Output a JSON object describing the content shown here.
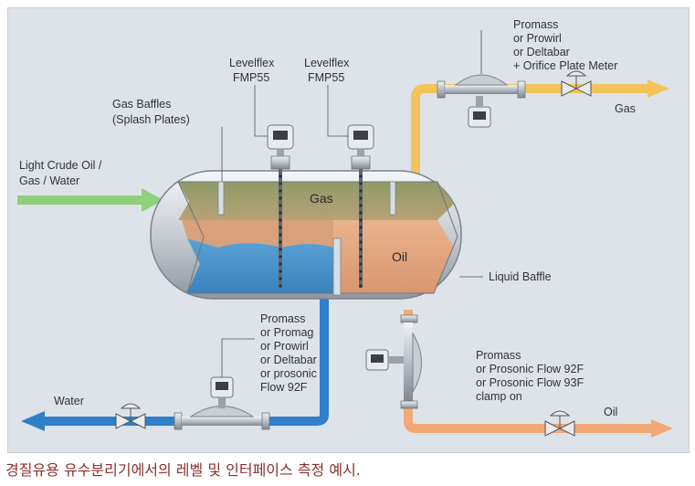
{
  "labels": {
    "inlet": [
      "Light Crude Oil /",
      "Gas / Water"
    ],
    "gas_baffles": [
      "Gas Baffles",
      "(Splash Plates)"
    ],
    "levelflex_1": [
      "Levelflex",
      "FMP55"
    ],
    "levelflex_2": [
      "Levelflex",
      "FMP55"
    ],
    "gas_meter": [
      "Promass",
      "or Prowirl",
      "or Deltabar",
      "+ Orifice Plate Meter"
    ],
    "gas_outlet": "Gas",
    "vessel_gas": "Gas",
    "vessel_oil": "Oil",
    "liquid_baffle": "Liquid Baffle",
    "water_meter": [
      "Promass",
      "or Promag",
      "or Prowirl",
      "or Deltabar",
      "or prosonic",
      "Flow 92F"
    ],
    "water_outlet": "Water",
    "oil_meter": [
      "Promass",
      "or Prosonic Flow 92F",
      "or Prosonic Flow 93F",
      "clamp on"
    ],
    "oil_outlet": "Oil"
  },
  "caption": "경질유용 유수분리기에서의 레벨 및 인터페이스 측정 예시.",
  "colors": {
    "background": "#dde3e9",
    "gas_pipe": "#f3c45a",
    "oil_pipe": "#f2a877",
    "water_pipe": "#2f7fc9",
    "inlet_arrow": "#8fd07a",
    "gas_zone": "#a89a6a",
    "oil_zone": "#e0a880",
    "water_zone": "#4a95c9",
    "caption": "#8a2f2f"
  }
}
